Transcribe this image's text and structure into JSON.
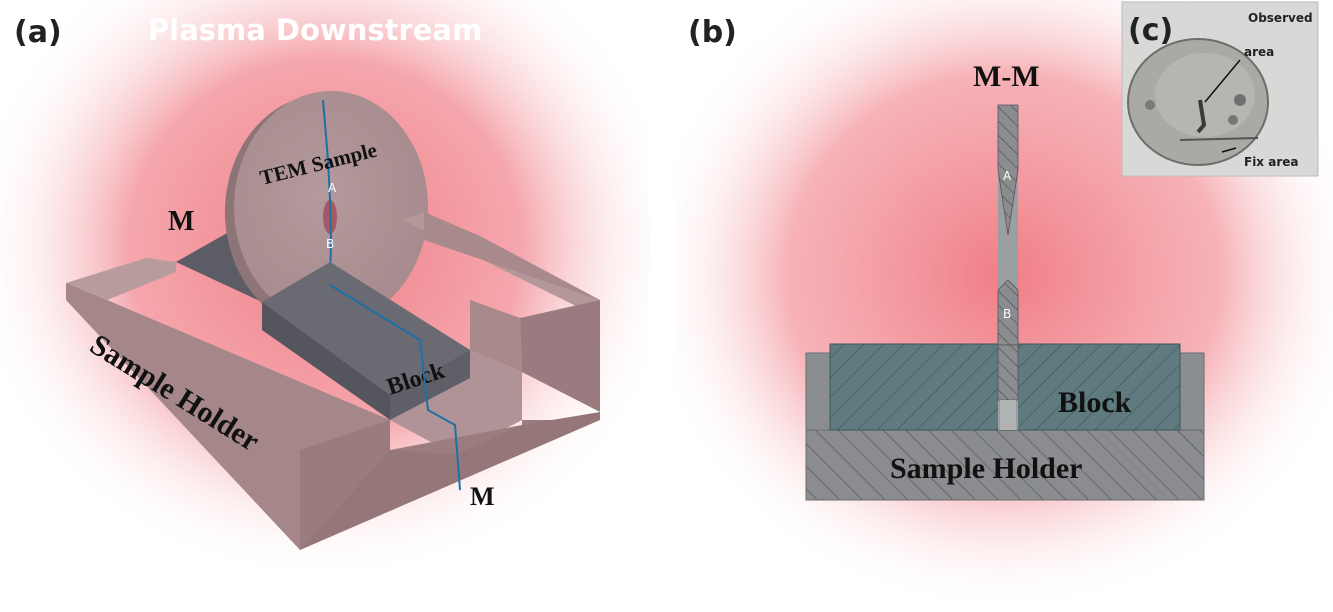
{
  "panel_a": {
    "label": "(a)",
    "title": "Plasma Downstream",
    "tem_sample_label": "TEM Sample",
    "point_a": "A",
    "point_b": "B",
    "block_label": "Block",
    "holder_label": "Sample Holder",
    "section_mark_top": "M",
    "section_mark_bottom": "M"
  },
  "panel_b": {
    "label": "(b)",
    "section_title": "M-M",
    "point_a": "A",
    "point_b": "B",
    "block_label": "Block",
    "holder_label": "Sample Holder"
  },
  "panel_c": {
    "label": "(c)",
    "observed_line1": "Observed",
    "observed_line2": "area",
    "fix_area": "Fix area"
  },
  "colors": {
    "glow": "#f07e87",
    "holder_front": "#a5878a",
    "holder_top": "#b89c9e",
    "block": "#5f5f68",
    "hatch_holder": "#8a8c8f",
    "hatch_block": "#5f7b7f",
    "section_line": "#1f6fa8"
  }
}
